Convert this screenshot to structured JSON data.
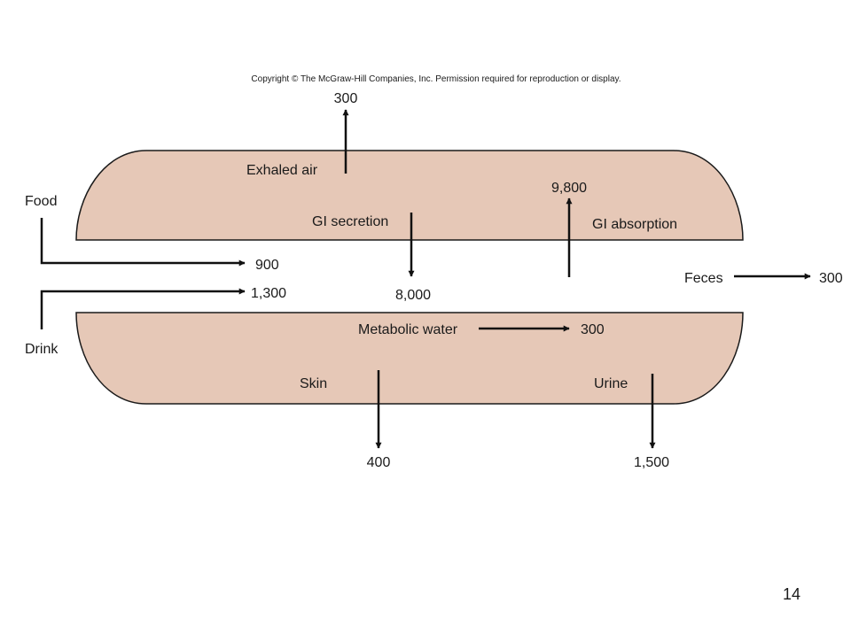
{
  "copyright": "Copyright © The McGraw-Hill Companies, Inc. Permission required for reproduction or display.",
  "page_number": "14",
  "colors": {
    "body_fill": "#e6c8b7",
    "outline": "#1a1a1a",
    "arrow": "#111111",
    "background": "#ffffff"
  },
  "inputs": {
    "food": {
      "label": "Food",
      "value": "900"
    },
    "drink": {
      "label": "Drink",
      "value": "1,300"
    }
  },
  "upper_body": {
    "exhaled_air": {
      "label": "Exhaled air",
      "value": "300"
    },
    "gi_secretion": {
      "label": "GI secretion",
      "value": "8,000"
    },
    "gi_absorption": {
      "label": "GI absorption",
      "value": "9,800"
    }
  },
  "gut": {
    "feces": {
      "label": "Feces",
      "value": "300"
    }
  },
  "lower_body": {
    "metabolic_water": {
      "label": "Metabolic water",
      "value": "300"
    },
    "skin": {
      "label": "Skin",
      "value": "400"
    },
    "urine": {
      "label": "Urine",
      "value": "1,500"
    }
  }
}
